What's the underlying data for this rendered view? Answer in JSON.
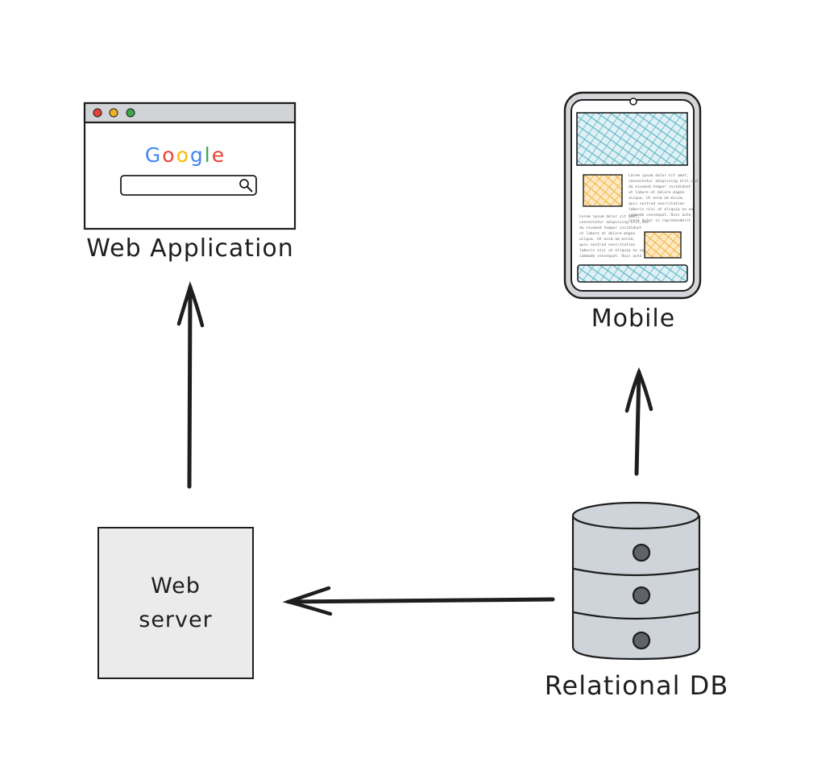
{
  "labels": {
    "web_application": "Web Application",
    "mobile": "Mobile",
    "web_server_line1": "Web",
    "web_server_line2": "server",
    "relational_db": "Relational DB"
  },
  "browser": {
    "logo_text": "Google",
    "logo_letters": [
      {
        "char": "G",
        "color": "#4285f4"
      },
      {
        "char": "o",
        "color": "#ea4335"
      },
      {
        "char": "o",
        "color": "#fbbc05"
      },
      {
        "char": "g",
        "color": "#4285f4"
      },
      {
        "char": "l",
        "color": "#34a853"
      },
      {
        "char": "e",
        "color": "#ea4335"
      }
    ],
    "window_dots": [
      "#e0453a",
      "#f2b027",
      "#3aa84a"
    ]
  },
  "mobile_placeholder_text": [
    "Lorem ipsum dolor sit amet,",
    "consectetur adipiscing elit,sed",
    "do eiusmod tempor incididunt",
    "ut labore et dolore magna",
    "aliqua. Ut enim ad minim,",
    "quis nostrud exercitation",
    "laboris nisi ut aliquip ex ea",
    "commodo consequat. Duis aute",
    "irure dolor in reprehenderit"
  ],
  "colors": {
    "ink": "#1e1e1e",
    "hatch_blue": "#5db5c7",
    "hatch_orange": "#f0b13a",
    "server_fill": "#ebebeb",
    "db_fill": "#ced4da",
    "browser_bar": "#d1d3d6"
  }
}
